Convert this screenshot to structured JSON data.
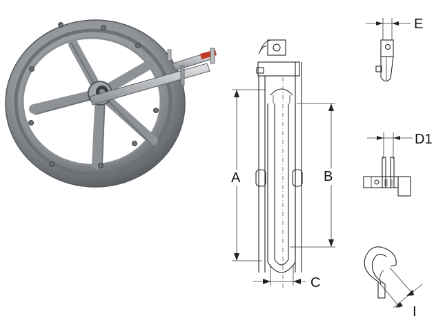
{
  "labels": {
    "a": "A",
    "b": "B",
    "c": "C",
    "e": "E",
    "d1": "D1",
    "i": "I"
  },
  "colors": {
    "wheel_metal": "#8e9296",
    "wheel_dark": "#5e6266",
    "arm_accent": "#c23a2a",
    "line": "#222222"
  },
  "icons": {
    "photo": "pulley-wheel-photo",
    "side_view": "pulley-side-view-drawing",
    "detail_e": "clamp-detail-e",
    "detail_d1": "bracket-detail-d1",
    "detail_i": "hook-detail-i"
  }
}
